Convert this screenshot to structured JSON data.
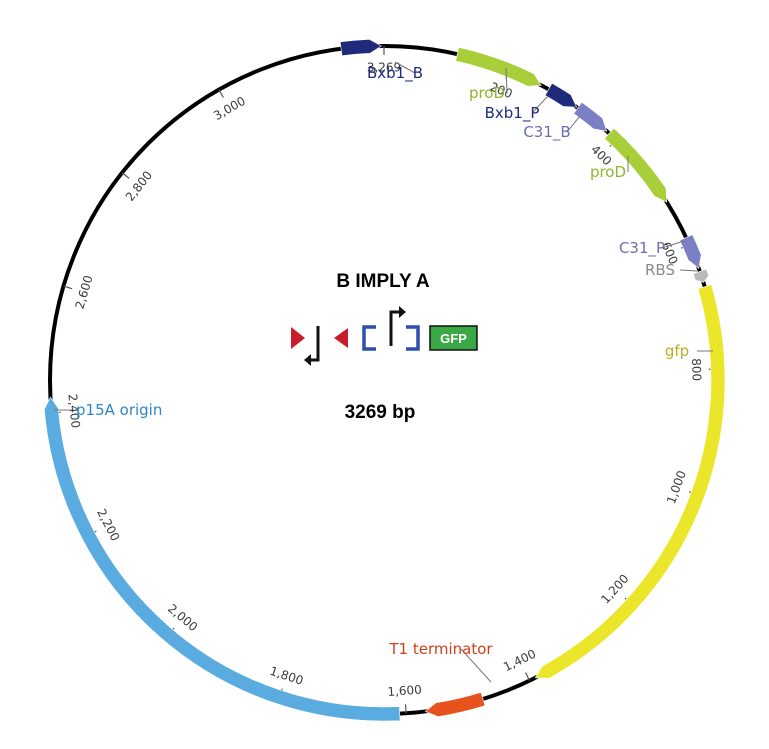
{
  "plasmid": {
    "name": "B IMPLY A",
    "size_label": "3269 bp",
    "length_bp": 3269,
    "backbone_color": "#000000"
  },
  "ticks": [
    {
      "bp": 200,
      "label": "200"
    },
    {
      "bp": 400,
      "label": "400"
    },
    {
      "bp": 600,
      "label": "600"
    },
    {
      "bp": 800,
      "label": "800"
    },
    {
      "bp": 1000,
      "label": "1,000"
    },
    {
      "bp": 1200,
      "label": "1,200"
    },
    {
      "bp": 1400,
      "label": "1,400"
    },
    {
      "bp": 1600,
      "label": "1,600"
    },
    {
      "bp": 1800,
      "label": "1,800"
    },
    {
      "bp": 2000,
      "label": "2,000"
    },
    {
      "bp": 2200,
      "label": "2,200"
    },
    {
      "bp": 2400,
      "label": "2,400"
    },
    {
      "bp": 2600,
      "label": "2,600"
    },
    {
      "bp": 2800,
      "label": "2,800"
    },
    {
      "bp": 3000,
      "label": "3,000"
    },
    {
      "bp": 3269,
      "label": "3,269"
    }
  ],
  "features": [
    {
      "id": "bxb1-b",
      "name": "Bxb1_B",
      "start": 3202,
      "end": 3265,
      "color": "#1f2a7a",
      "label_color": "#1f2a7a"
    },
    {
      "id": "prod-1",
      "name": "proD",
      "start": 115,
      "end": 255,
      "color": "#a8cf3a",
      "label_color": "#8cb82a"
    },
    {
      "id": "bxb1-p",
      "name": "Bxb1_P",
      "start": 268,
      "end": 320,
      "color": "#1f2a7a",
      "label_color": "#1f2a7a"
    },
    {
      "id": "c31-b",
      "name": "C31_B",
      "start": 322,
      "end": 380,
      "color": "#7b7fc4",
      "label_color": "#6a6fb5"
    },
    {
      "id": "prod-2",
      "name": "proD",
      "start": 385,
      "end": 525,
      "color": "#a8cf3a",
      "label_color": "#8cb82a"
    },
    {
      "id": "c31-p",
      "name": "C31_P",
      "start": 588,
      "end": 640,
      "color": "#7b7fc4",
      "label_color": "#6a6fb5"
    },
    {
      "id": "rbs",
      "name": "RBS",
      "start": 645,
      "end": 663,
      "color": "#b9b9b9",
      "label_color": "#8a8a8a"
    },
    {
      "id": "gfp",
      "name": "gfp",
      "start": 670,
      "end": 1390,
      "color": "#ece62a",
      "label_color": "#b5b121"
    },
    {
      "id": "t1",
      "name": "T1 terminator",
      "start": 1478,
      "end": 1570,
      "color": "#e8531d",
      "label_color": "#d0401a"
    },
    {
      "id": "p15a",
      "name": "p15A origin",
      "start": 1610,
      "end": 2425,
      "color": "#5aace0",
      "label_color": "#2f86c4"
    }
  ],
  "glyph": {
    "gfp_label": "GFP",
    "site_red": "#c81e2a",
    "site_blue": "#2f4fb0",
    "gfp_box": "#3aa845"
  }
}
